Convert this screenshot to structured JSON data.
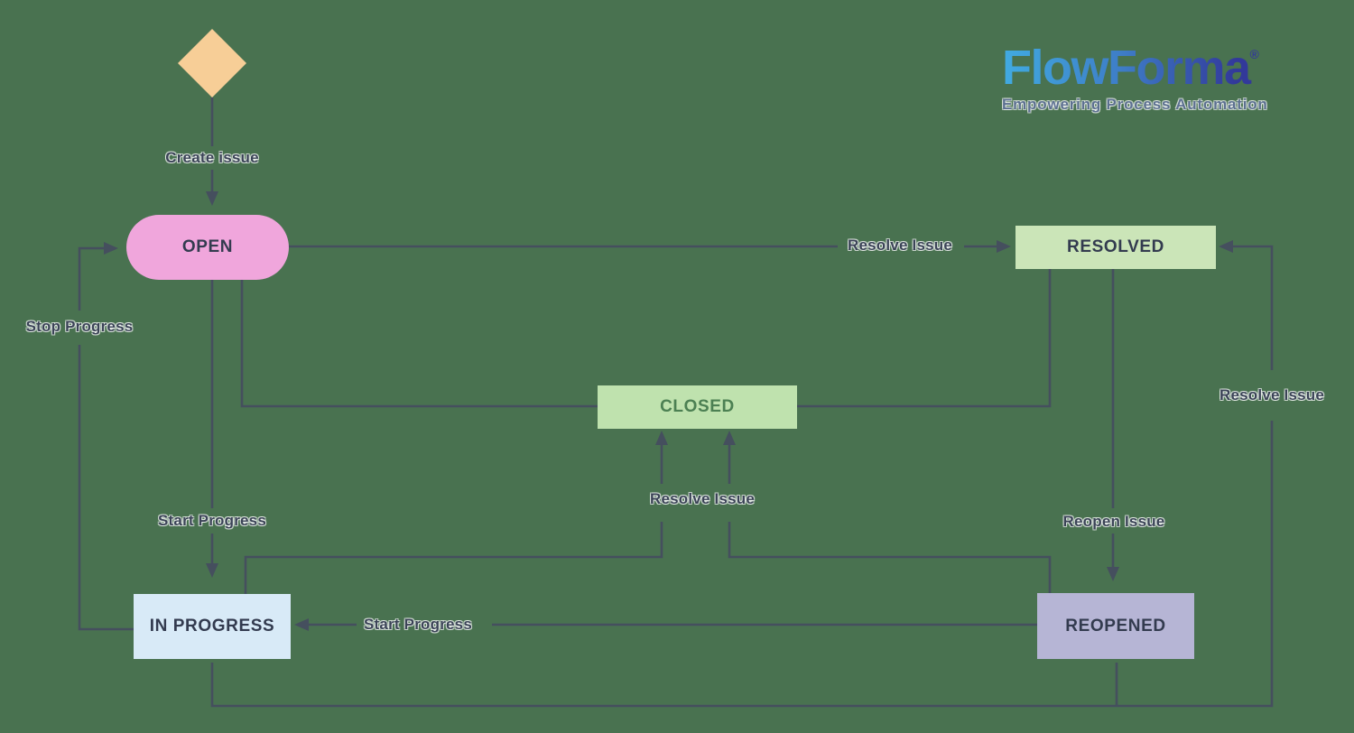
{
  "colors": {
    "background": "#497250",
    "line": "#454F5E",
    "label_text": "#3A4356",
    "node_text": "#333B4F",
    "start_diamond": "#F7CE97",
    "open_fill": "#F0A6DC",
    "resolved_fill": "#CBE5B8",
    "closed_fill": "#BFE2AE",
    "closed_text": "#4C8053",
    "in_progress_fill": "#D8EAF7",
    "reopened_fill": "#B6B5D5",
    "logo_blue_start": "#41ABE1",
    "logo_blue_mid": "#3E7DC7",
    "logo_blue_end": "#32399A",
    "tagline_text": "#5C7090"
  },
  "logo": {
    "brand": "FlowForma",
    "registered": "®",
    "tagline": "Empowering Process Automation"
  },
  "nodes": {
    "start": {
      "type": "diamond",
      "label": ""
    },
    "open": {
      "label": "OPEN"
    },
    "resolved": {
      "label": "RESOLVED"
    },
    "closed": {
      "label": "CLOSED"
    },
    "in_progress": {
      "label": "IN PROGRESS"
    },
    "reopened": {
      "label": "REOPENED"
    }
  },
  "edge_labels": {
    "create_issue": "Create issue",
    "resolve_issue_top": "Resolve Issue",
    "stop_progress": "Stop Progress",
    "start_progress_left": "Start Progress",
    "reopen_issue": "Reopen Issue",
    "resolve_issue_middle": "Resolve Issue",
    "start_progress_bottom": "Start Progress",
    "resolve_issue_right": "Resolve Issue"
  },
  "edges": [
    {
      "from": "start",
      "to": "open",
      "label": "Create issue"
    },
    {
      "from": "open",
      "to": "resolved",
      "label": "Resolve Issue"
    },
    {
      "from": "open",
      "to": "in_progress",
      "label": "Start Progress"
    },
    {
      "from": "open",
      "to": "closed",
      "label": ""
    },
    {
      "from": "in_progress",
      "to": "open",
      "label": "Stop Progress"
    },
    {
      "from": "in_progress",
      "to": "closed",
      "label": "Resolve Issue"
    },
    {
      "from": "reopened",
      "to": "closed",
      "label": "Resolve Issue"
    },
    {
      "from": "resolved",
      "to": "closed",
      "label": ""
    },
    {
      "from": "resolved",
      "to": "reopened",
      "label": "Reopen Issue"
    },
    {
      "from": "reopened",
      "to": "in_progress",
      "label": "Start Progress"
    },
    {
      "from": "in_progress",
      "to": "resolved",
      "label": "Resolve Issue"
    },
    {
      "from": "reopened",
      "to": "resolved",
      "label": "Resolve Issue"
    }
  ]
}
